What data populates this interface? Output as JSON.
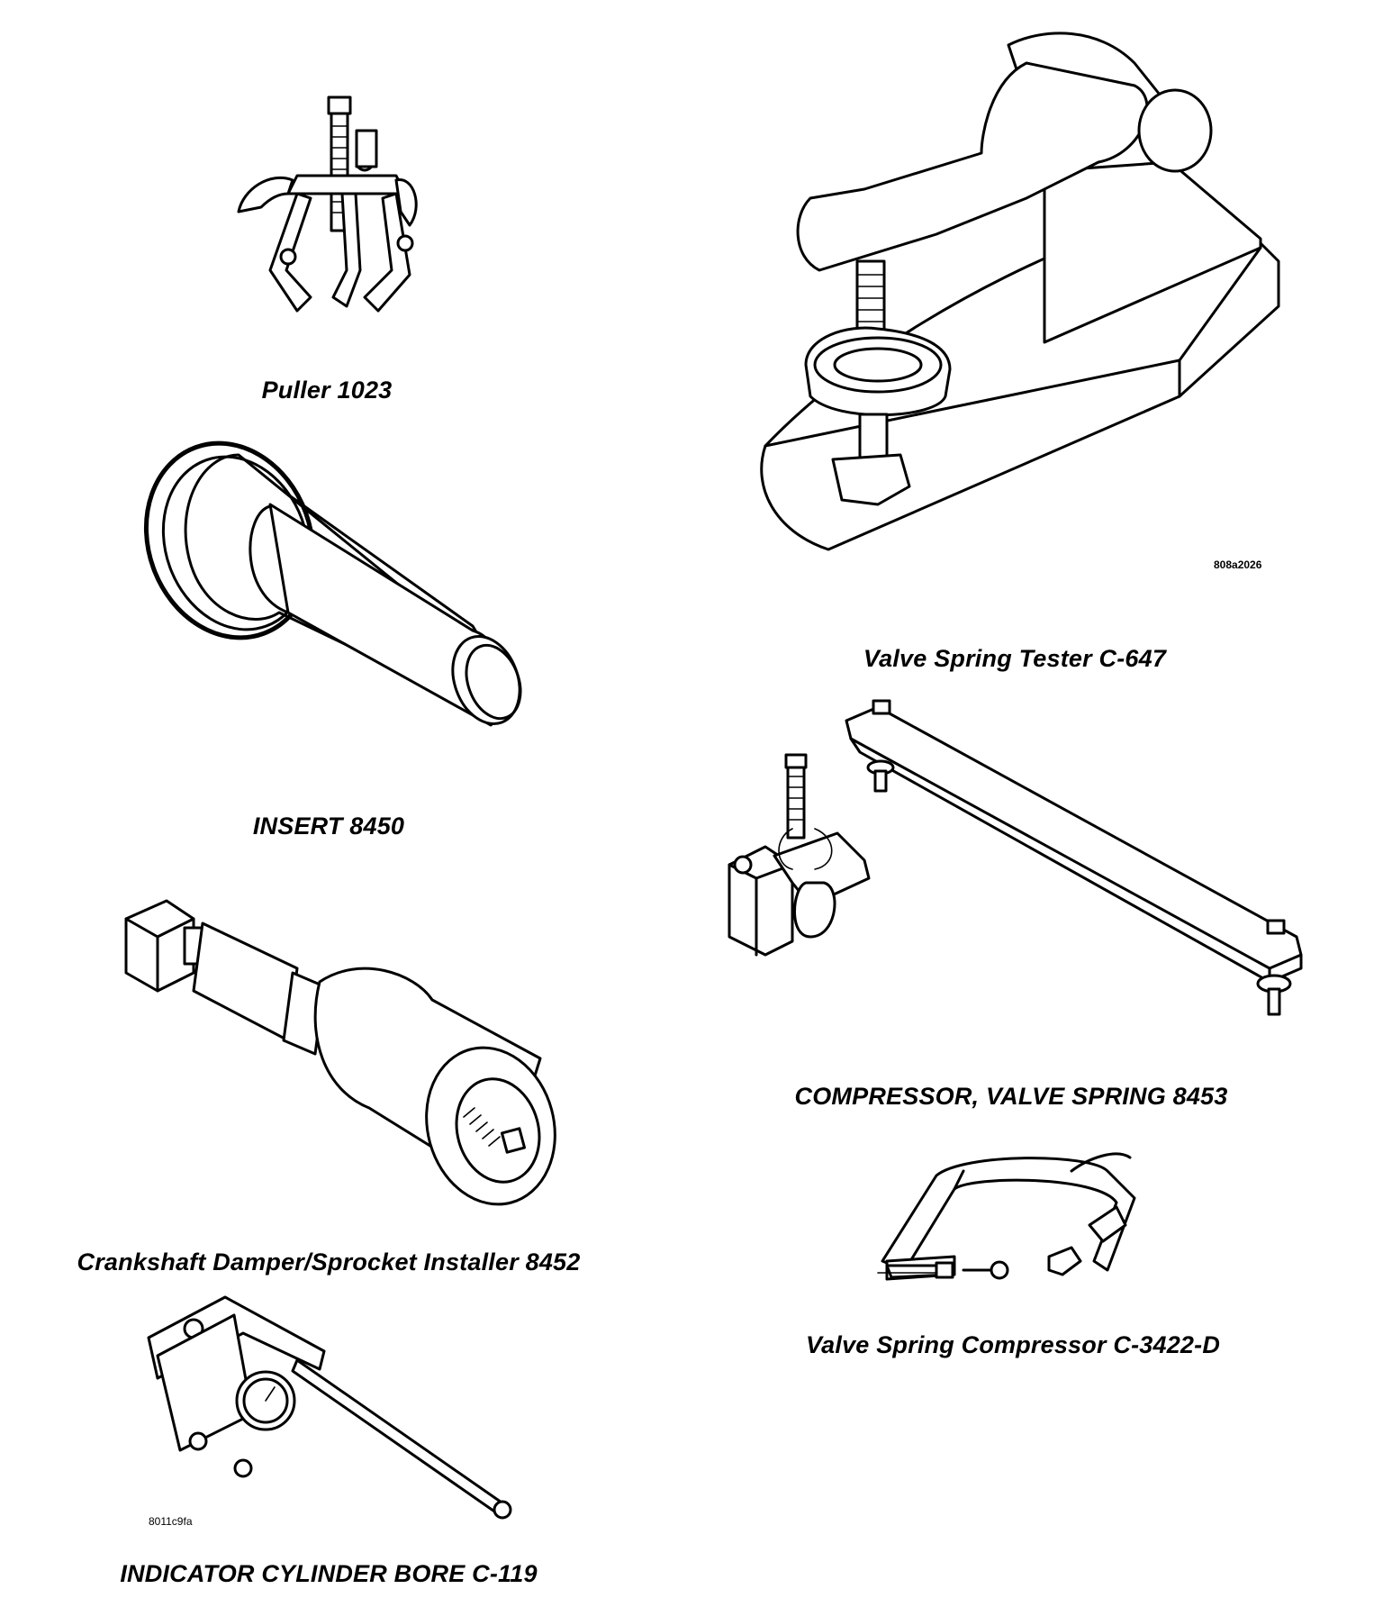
{
  "tools": [
    {
      "id": "puller",
      "caption": "Puller 1023"
    },
    {
      "id": "insert",
      "caption": "INSERT 8450"
    },
    {
      "id": "installer",
      "caption": "Crankshaft Damper/Sprocket Installer 8452"
    },
    {
      "id": "indicator",
      "caption": "INDICATOR CYLINDER BORE C-119"
    },
    {
      "id": "tester",
      "caption": "Valve Spring Tester C-647"
    },
    {
      "id": "compressor8453",
      "caption": "COMPRESSOR, VALVE SPRING 8453"
    },
    {
      "id": "compressorC3422",
      "caption": "Valve Spring Compressor C-3422-D"
    }
  ],
  "figure_codes": {
    "right": "808a2026",
    "left": "8011c9fa"
  }
}
